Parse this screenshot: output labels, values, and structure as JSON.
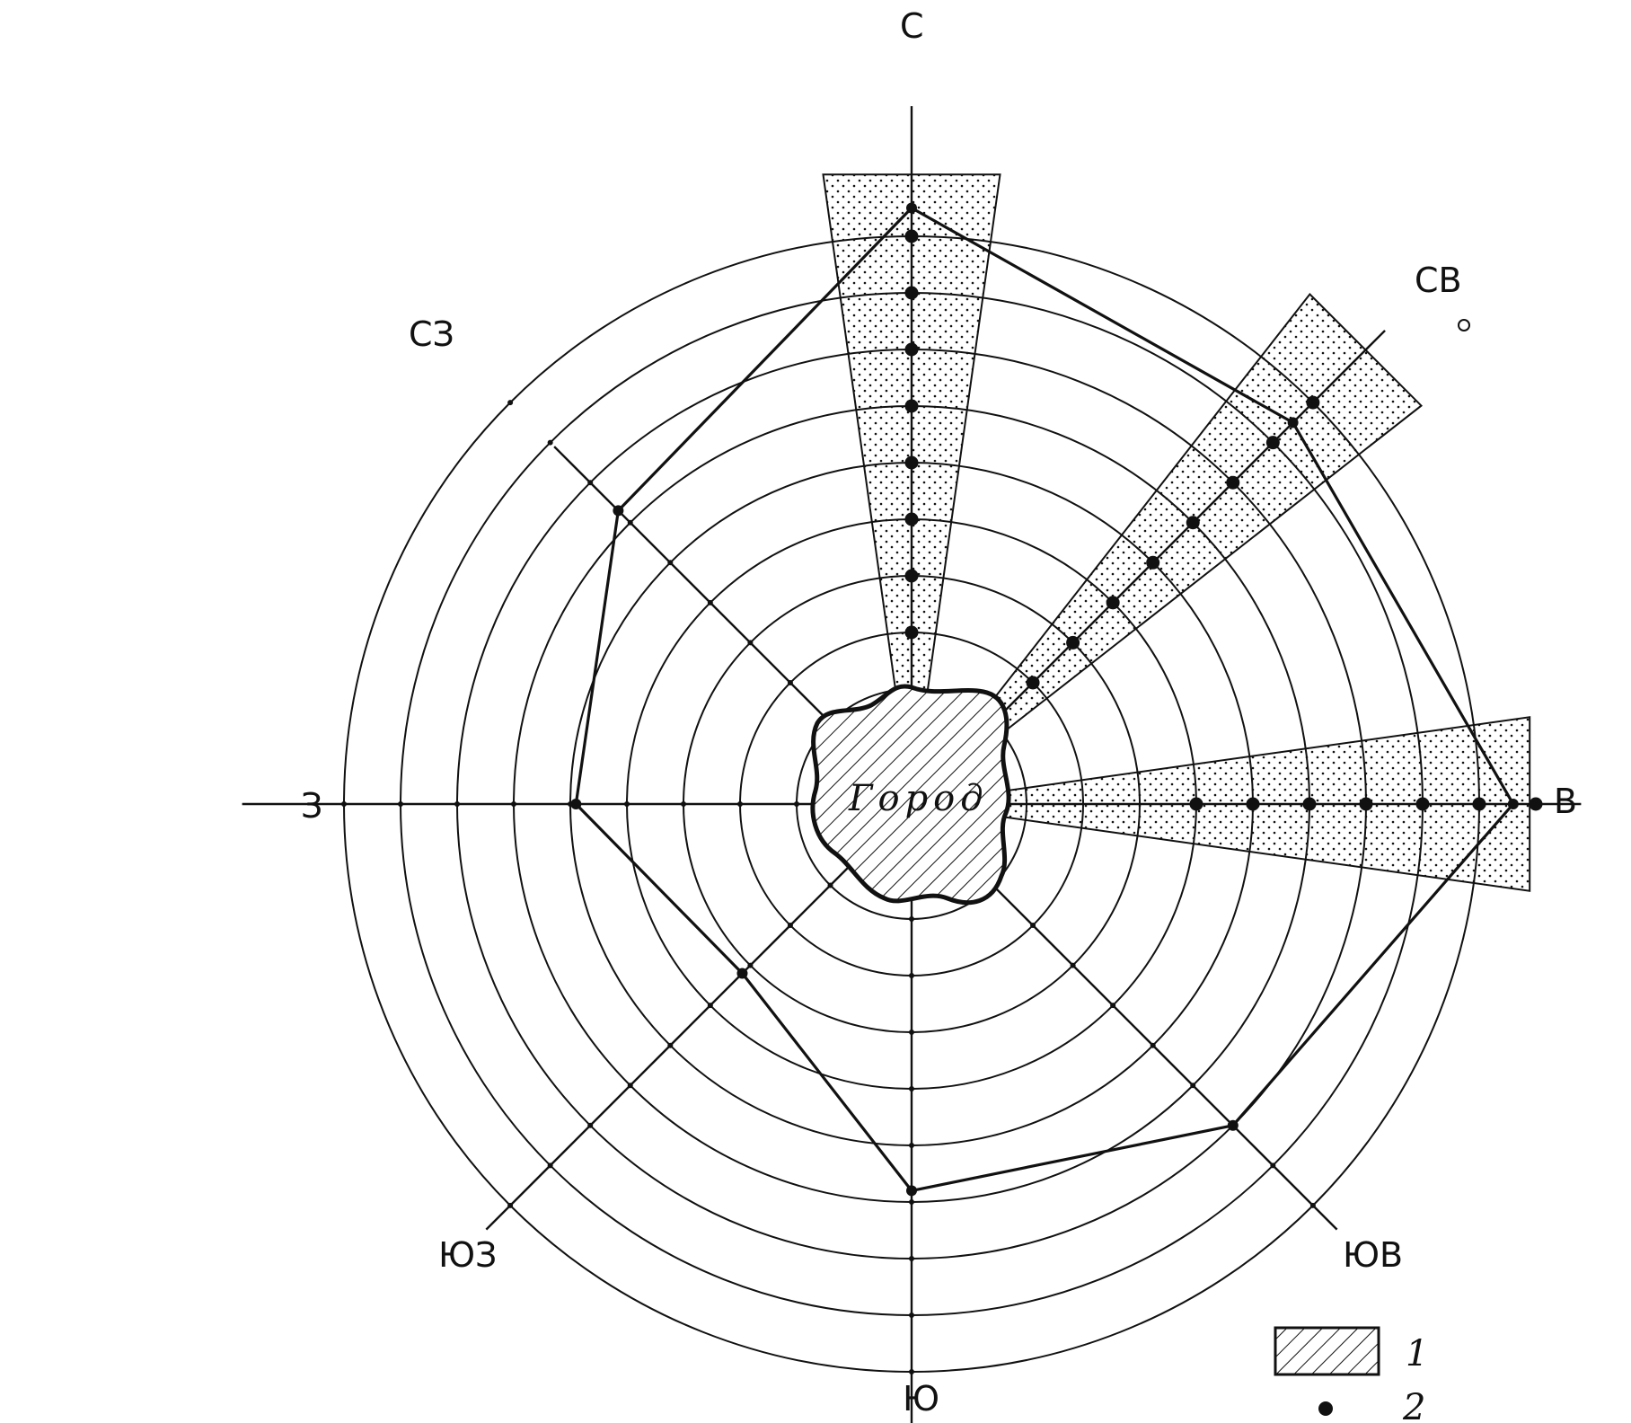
{
  "directions": {
    "n": "С",
    "ne": "СВ",
    "e": "В",
    "se": "ЮВ",
    "s": "Ю",
    "sw": "ЮЗ",
    "w": "З",
    "nw": "СЗ"
  },
  "city_label": "Город",
  "legend": [
    {
      "swatch": "hatched-area",
      "label": "1"
    },
    {
      "swatch": "black-dot",
      "label": "2"
    }
  ],
  "ring_count": 9,
  "wind_rose_rings": {
    "n": 9.5,
    "ne": 8.5,
    "e": 9.6,
    "se": 7.0,
    "s": 5.8,
    "sw": 3.2,
    "w": 4.9,
    "nw": 6.3
  },
  "sector_dots": {
    "n": [
      2,
      3,
      4,
      5,
      6,
      7,
      8,
      9
    ],
    "ne": [
      2,
      3,
      4,
      5,
      6,
      7,
      8,
      9
    ],
    "e": [
      4,
      5,
      6,
      7,
      8,
      9,
      10
    ]
  },
  "colors": {
    "ink": "#111111",
    "paper": "#ffffff"
  }
}
